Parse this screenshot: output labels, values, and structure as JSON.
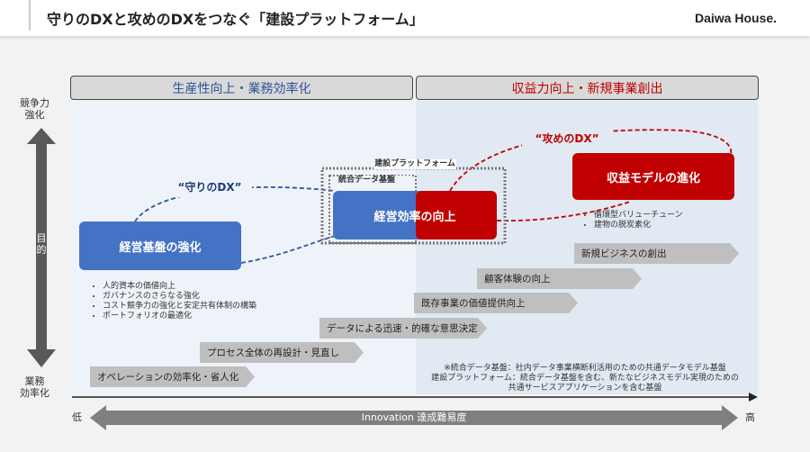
{
  "header": {
    "title": "守りのDXと攻めのDXをつなぐ「建設プラットフォーム」",
    "logo": "Daiwa House."
  },
  "categories": [
    {
      "label": "生産性向上・業務効率化",
      "color": "#2f5597"
    },
    {
      "label": "収益力向上・新規事業創出",
      "color": "#c00000"
    }
  ],
  "yaxis": {
    "top": "競争力\n強化",
    "middle": "目的",
    "bottom": "業務\n効率化"
  },
  "xaxis": {
    "low": "低",
    "high": "高",
    "label": "Innovation 達成難易度"
  },
  "dx_labels": {
    "defensive": "“守りのDX”",
    "offensive": "“攻めのDX”"
  },
  "boxes": {
    "management_base": "経営基盤の強化",
    "efficiency": "経営効率の向上",
    "revenue_model": "収益モデルの進化",
    "platform": "建設プラットフォーム",
    "data_base": "統合データ基盤"
  },
  "left_bullets": [
    "人的資本の価値向上",
    "ガバナンスのさらなる強化",
    "コスト競争力の強化と安定共有体制の構築",
    "ポートフォリオの最適化"
  ],
  "right_bullets": [
    "循環型バリューチューン",
    "建物の脱炭素化"
  ],
  "steps": [
    "オペレーションの効率化・省人化",
    "プロセス全体の再設計・見直し",
    "データによる迅速・的確な意思決定",
    "既存事業の価値提供向上",
    "顧客体験の向上",
    "新規ビジネスの創出"
  ],
  "footnote": [
    "※統合データ基盤：社内データ事業横断利活用のための共通データモデル基盤",
    "建設プラットフォーム：統合データ基盤を含む、新たなビジネスモデル実現のための",
    "共通サービスアプリケーションを含む基盤"
  ]
}
